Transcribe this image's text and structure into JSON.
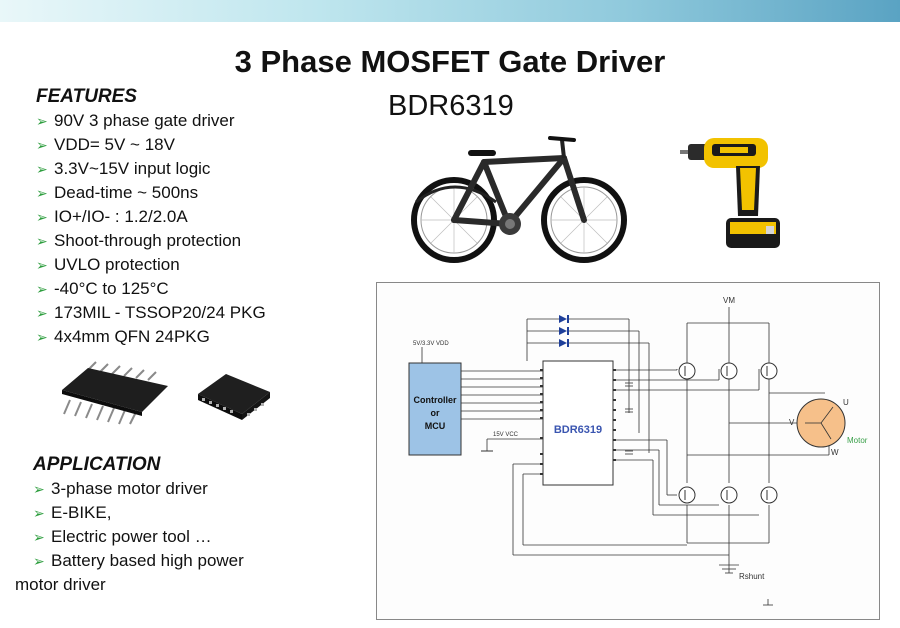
{
  "slide": {
    "title": "3 Phase MOSFET Gate Driver",
    "subtitle": "BDR6319"
  },
  "features": {
    "heading": "FEATURES",
    "items": [
      "90V 3 phase gate driver",
      "VDD=  5V ~ 18V",
      "3.3V~15V input logic",
      "Dead-time ~ 500ns",
      "IO+/IO- : 1.2/2.0A",
      "Shoot-through protection",
      "UVLO protection",
      "-40°C to 125°C",
      "173MIL - TSSOP20/24 PKG",
      "4x4mm QFN 24PKG"
    ]
  },
  "application": {
    "heading": "APPLICATION",
    "items": [
      "3-phase motor driver",
      "E-BIKE,",
      "Electric power tool …"
    ],
    "last_item_line1": "Battery based high power",
    "last_item_line2": "motor driver"
  },
  "schematic": {
    "vdd_label": "5V/3.3V VDD",
    "controller_line1": "Controller",
    "controller_line2": "or",
    "controller_line3": "MCU",
    "vcc_label": "15V VCC",
    "chip_label": "BDR6319",
    "vm_label": "VM",
    "motor_label": "Motor",
    "u_label": "U",
    "v_label": "V",
    "w_label": "W",
    "rshunt_label": "Rshunt"
  },
  "colors": {
    "bullet_arrow": "#2e9e3f",
    "controller_fill": "#9dc3e6",
    "chip_label": "#3a55b0",
    "motor_fill": "#f6c08a",
    "motor_label": "#3aa04a",
    "drill_yellow": "#f2c200"
  }
}
